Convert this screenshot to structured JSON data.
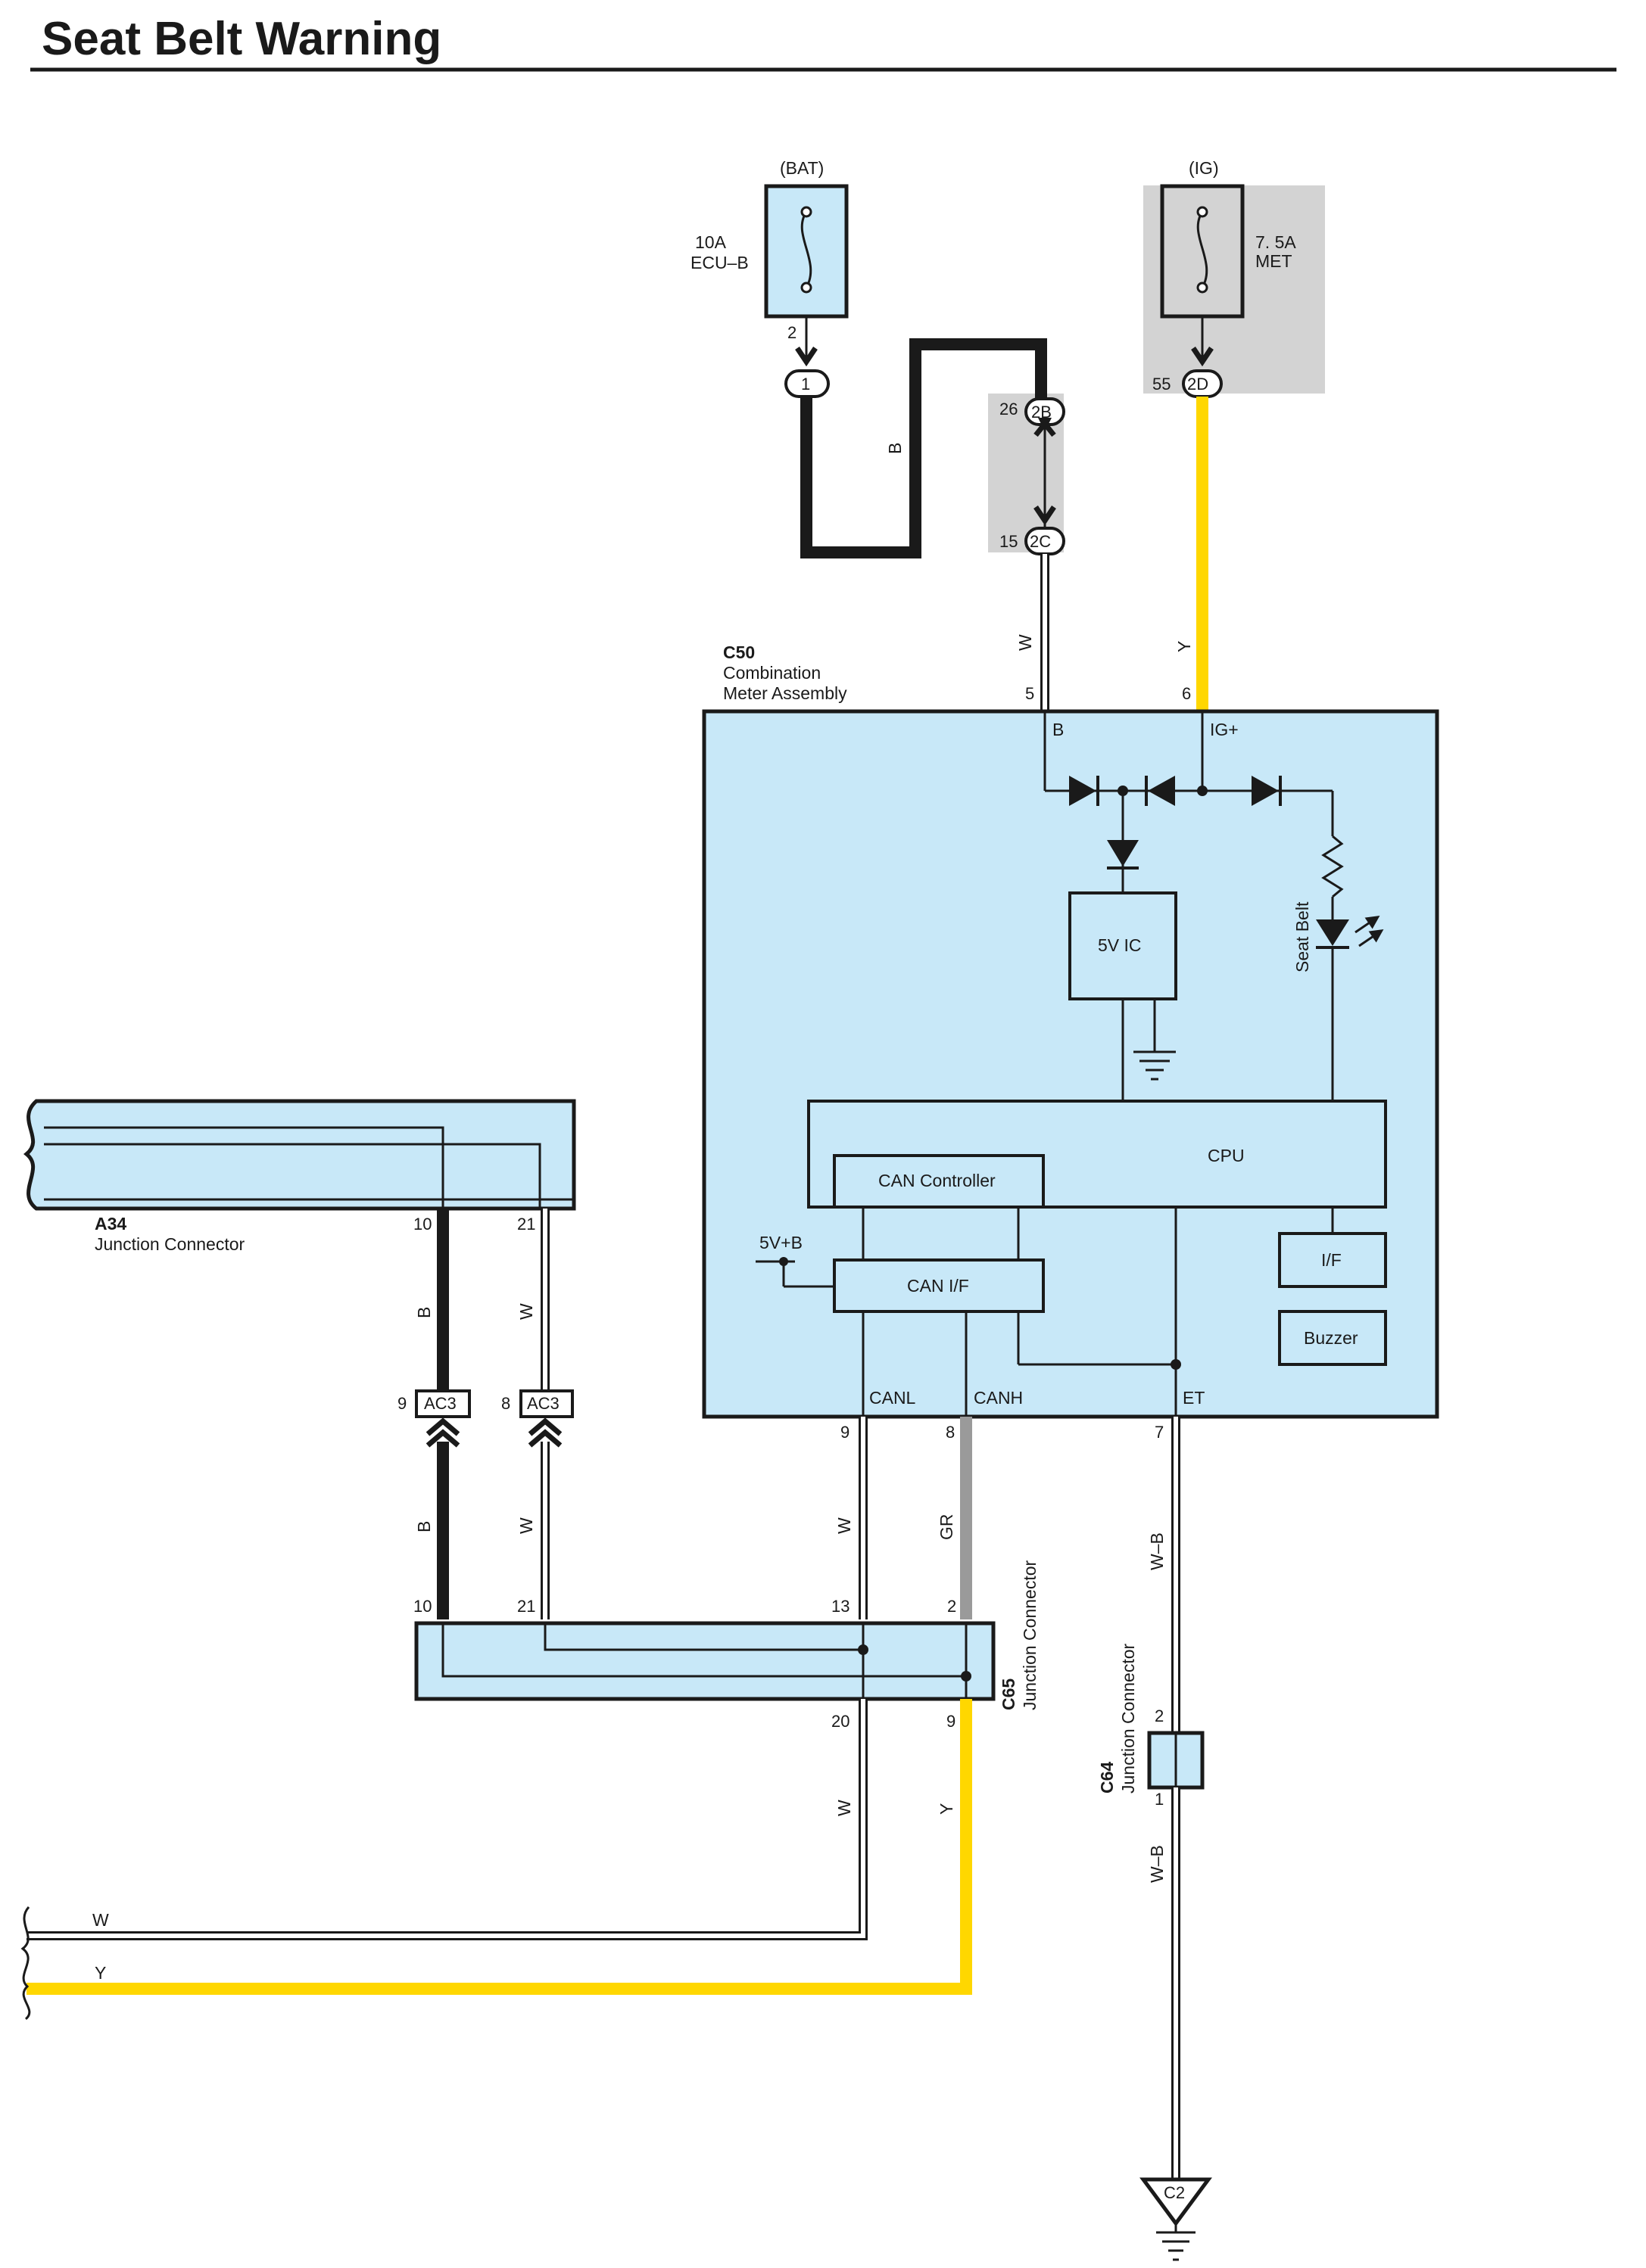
{
  "title": "Seat Belt Warning",
  "fuses": {
    "bat": {
      "source": "(BAT)",
      "rating": "10A",
      "name": "ECU–B",
      "pin": "2",
      "connector": "1"
    },
    "ig": {
      "source": "(IG)",
      "rating": "7. 5A",
      "name": "MET",
      "pin": "55",
      "connector": "2D"
    }
  },
  "junction_block": {
    "upper": {
      "pin": "26",
      "connector": "2B"
    },
    "lower": {
      "pin": "15",
      "connector": "2C"
    }
  },
  "wires": {
    "bat_link": "B",
    "w_feed": "W",
    "y_feed": "Y",
    "canl": "W",
    "canh": "GR",
    "et": "W–B",
    "et_lower": "W–B",
    "a34_b": "B",
    "a34_w": "W",
    "ac3_b": "B",
    "ac3_w": "W",
    "c65_out_w": "W",
    "c65_out_y": "Y",
    "left_w": "W",
    "left_y": "Y"
  },
  "meter": {
    "id": "C50",
    "name_line1": "Combination",
    "name_line2": "Meter Assembly",
    "pin_b": "5",
    "pin_ig": "6",
    "term_b": "B",
    "term_ig": "IG+",
    "ic": "5V IC",
    "seat_belt": "Seat Belt",
    "cpu": "CPU",
    "can_controller": "CAN Controller",
    "can_if": "CAN I/F",
    "vref": "5V+B",
    "if": "I/F",
    "buzzer": "Buzzer",
    "term_canl": "CANL",
    "term_canh": "CANH",
    "term_et": "ET",
    "pin_canl": "9",
    "pin_canh": "8",
    "pin_et": "7"
  },
  "a34": {
    "id": "A34",
    "name": "Junction Connector",
    "pin_left": "10",
    "pin_right": "21"
  },
  "ac3": {
    "connector": "AC3",
    "pin_left": "9",
    "pin_right": "8"
  },
  "c65": {
    "id": "C65",
    "name": "Junction Connector",
    "pin_10": "10",
    "pin_21": "21",
    "pin_13": "13",
    "pin_2": "2",
    "pin_20": "20",
    "pin_9": "9"
  },
  "c64": {
    "id": "C64",
    "name": "Junction Connector",
    "pin_top": "2",
    "pin_bottom": "1"
  },
  "ground": {
    "label": "C2"
  },
  "colors": {
    "box_fill": "#c8e8f8",
    "yellow_wire": "#ffd700",
    "gray_wire": "#9a9a9a",
    "shaded_block": "#d3d3d3"
  }
}
